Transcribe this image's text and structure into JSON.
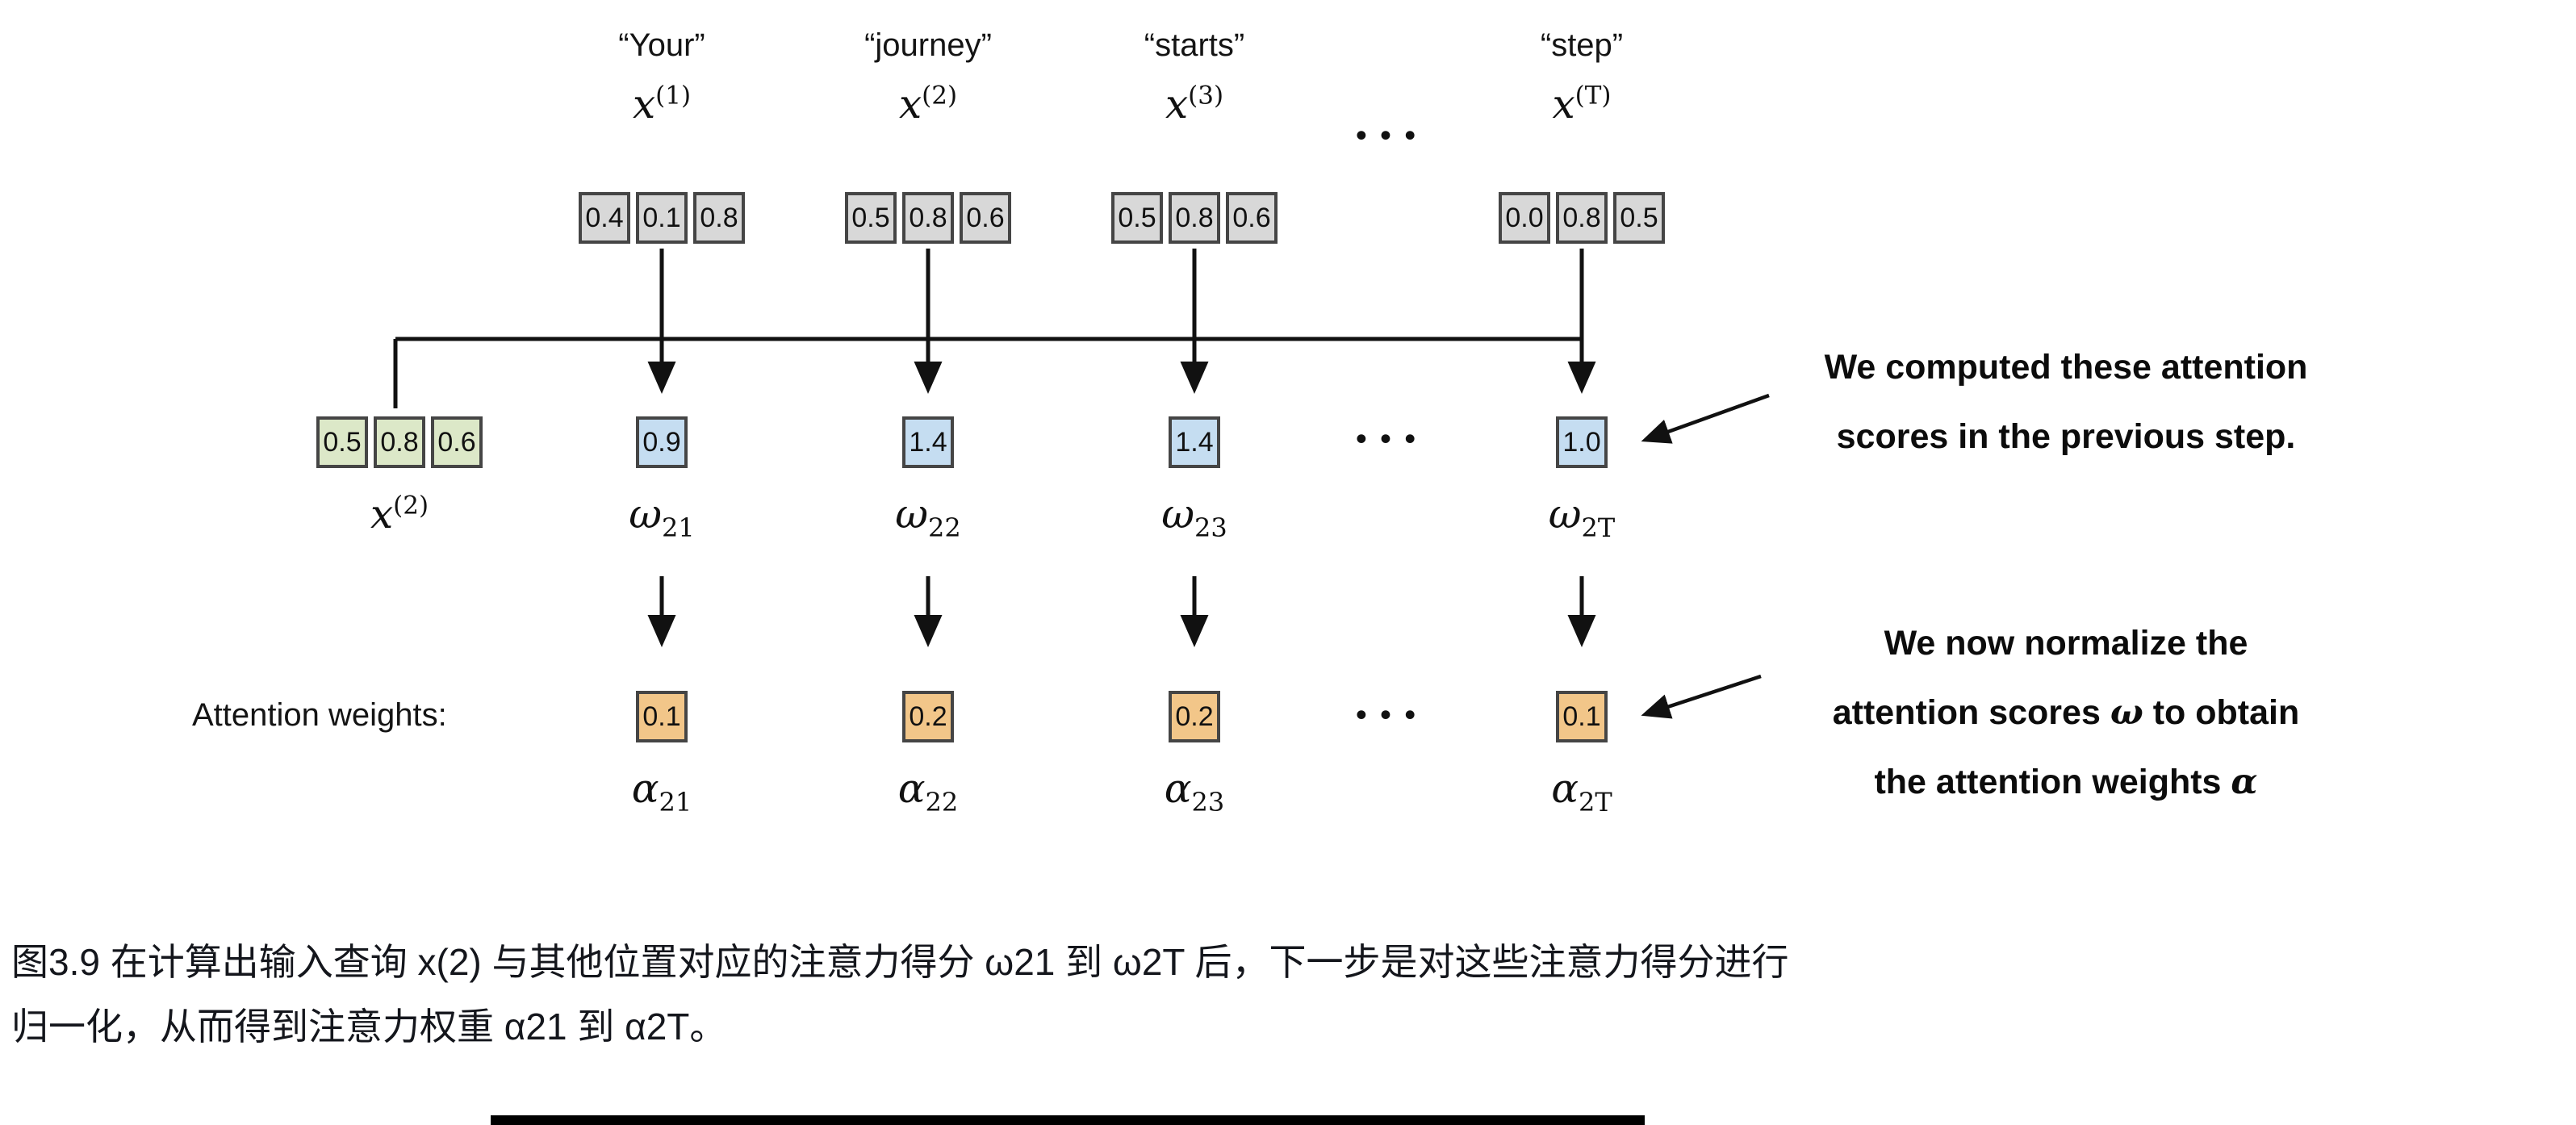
{
  "colors": {
    "gray_fill": "#d8d8d8",
    "green_fill": "#dce8c8",
    "blue_fill": "#c5ddf1",
    "orange_fill": "#f2c689",
    "box_border": "#454545",
    "line": "#111111"
  },
  "ellipsis": "...",
  "weights_label": "Attention weights:",
  "columns": [
    {
      "word": "“Your”",
      "var_base": "x",
      "var_sup": "(1)",
      "embedding": [
        "0.4",
        "0.1",
        "0.8"
      ],
      "score": "0.9",
      "score_var": "ω",
      "score_sub": "21",
      "weight": "0.1",
      "weight_var": "α",
      "weight_sub": "21"
    },
    {
      "word": "“journey”",
      "var_base": "x",
      "var_sup": "(2)",
      "embedding": [
        "0.5",
        "0.8",
        "0.6"
      ],
      "score": "1.4",
      "score_var": "ω",
      "score_sub": "22",
      "weight": "0.2",
      "weight_var": "α",
      "weight_sub": "22"
    },
    {
      "word": "“starts”",
      "var_base": "x",
      "var_sup": "(3)",
      "embedding": [
        "0.5",
        "0.8",
        "0.6"
      ],
      "score": "1.4",
      "score_var": "ω",
      "score_sub": "23",
      "weight": "0.2",
      "weight_var": "α",
      "weight_sub": "23"
    },
    {
      "word": "“step”",
      "var_base": "x",
      "var_sup": "(T)",
      "embedding": [
        "0.0",
        "0.8",
        "0.5"
      ],
      "score": "1.0",
      "score_var": "ω",
      "score_sub": "2T",
      "weight": "0.1",
      "weight_var": "α",
      "weight_sub": "2T"
    }
  ],
  "query": {
    "embedding": [
      "0.5",
      "0.8",
      "0.6"
    ],
    "var_base": "x",
    "var_sup": "(2)"
  },
  "annotations": {
    "scores": {
      "line1": "We computed these attention",
      "line2": "scores in the previous step."
    },
    "normalize": {
      "line1": "We now normalize the",
      "line2a": "attention scores ",
      "line2_sym": "ω",
      "line2b": " to obtain",
      "line3a": "the attention weights ",
      "line3_sym": "α"
    }
  },
  "caption": {
    "line1": "图3.9 在计算出输入查询 x(2) 与其他位置对应的注意力得分 ω21 到 ω2T 后，下一步是对这些注意力得分进行",
    "line2": "归一化，从而得到注意力权重 α21 到 α2T。"
  }
}
